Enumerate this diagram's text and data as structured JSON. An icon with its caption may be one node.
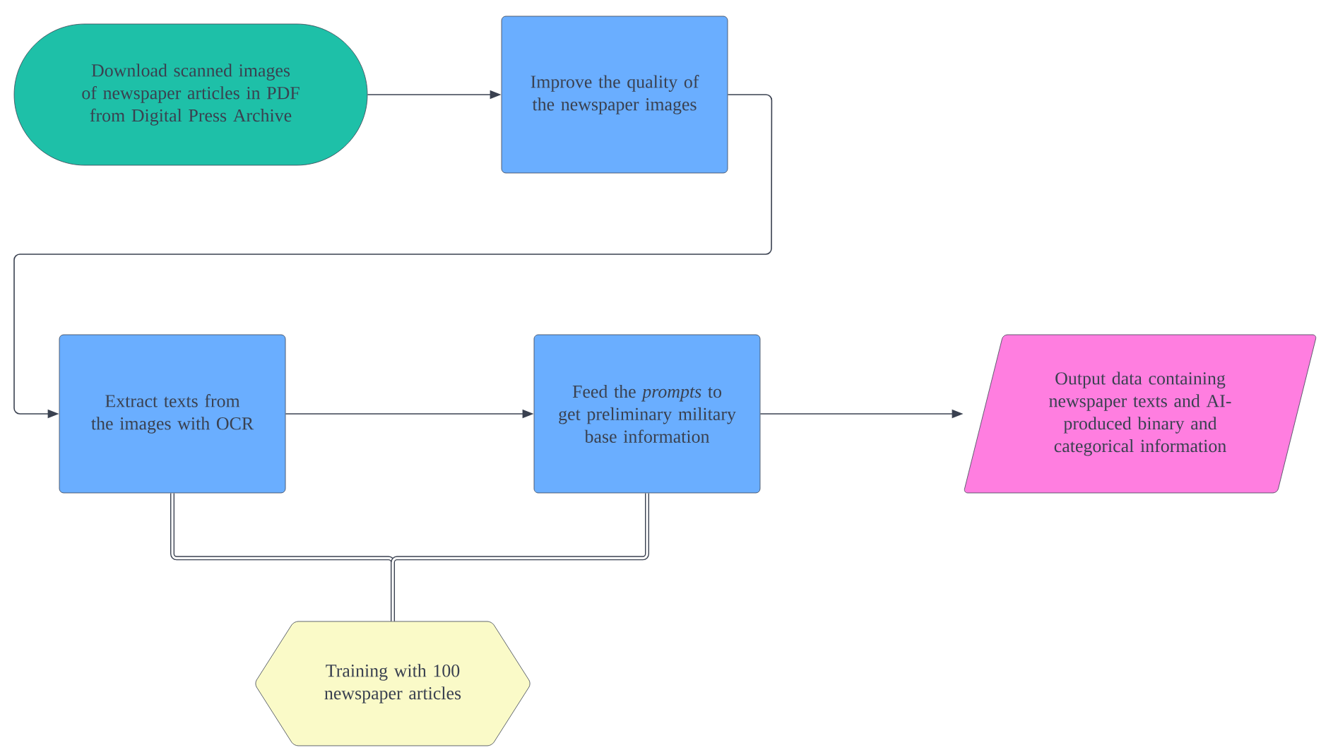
{
  "diagram": {
    "nodes": [
      {
        "text": [
          "Download scanned images of newspaper articles in PDF from Digital Press Archive"
        ]
      },
      {
        "text": [
          "Improve the quality of the newspaper images"
        ]
      },
      {
        "text": [
          "Extract texts from the images with OCR"
        ]
      },
      {
        "text": [
          "Feed the *prompts* to get preliminary military base information"
        ]
      },
      {
        "text": [
          "Output data containing newspaper texts and AI-produced binary and categorical information"
        ]
      },
      {
        "text": [
          "Training with 100 newspaper articles"
        ]
      }
    ],
    "edges": [
      {
        "from": 0,
        "to": 1,
        "arrow": "to"
      },
      {
        "from": 1,
        "to": 2,
        "arrow": "to"
      },
      {
        "from": 2,
        "to": 3,
        "arrow": "to"
      },
      {
        "from": 3,
        "to": 4,
        "arrow": "to"
      },
      {
        "from": 2,
        "to": 5,
        "arrow": "none",
        "style": "thick"
      },
      {
        "from": 3,
        "to": 5,
        "arrow": "none",
        "style": "thick"
      }
    ]
  }
}
